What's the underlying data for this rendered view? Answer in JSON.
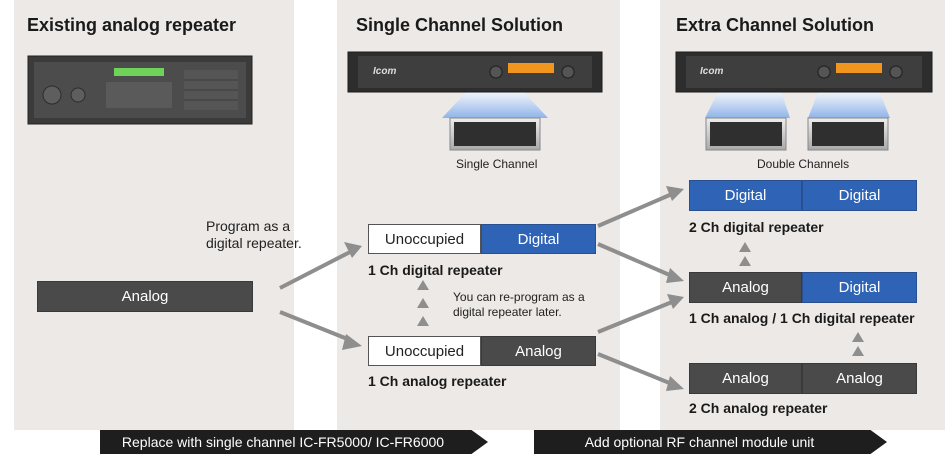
{
  "columns": {
    "existing": {
      "title": "Existing analog repeater"
    },
    "single": {
      "title": "Single Channel Solution",
      "caption": "Single Channel"
    },
    "extra": {
      "title": "Extra Channel Solution",
      "caption": "Double Channels"
    }
  },
  "existing_box": {
    "label": "Analog"
  },
  "program_note": {
    "line1": "Program as a",
    "line2": "digital repeater."
  },
  "single_digital": {
    "left": "Unoccupied",
    "right": "Digital",
    "label": "1 Ch digital repeater"
  },
  "single_analog": {
    "left": "Unoccupied",
    "right": "Analog",
    "label": "1 Ch analog repeater"
  },
  "reprogram_note": {
    "line1": "You can re-program as a",
    "line2": "digital repeater later."
  },
  "extra_dd": {
    "left": "Digital",
    "right": "Digital",
    "label": "2 Ch digital repeater"
  },
  "extra_ad": {
    "left": "Analog",
    "right": "Digital",
    "label": "1 Ch analog / 1 Ch digital repeater"
  },
  "extra_aa": {
    "left": "Analog",
    "right": "Analog",
    "label": "2 Ch analog repeater"
  },
  "bottom_arrows": {
    "replace": "Replace with single channel IC-FR5000/ IC-FR6000",
    "add": "Add optional RF channel module unit"
  },
  "logo": {
    "brand": "Icom"
  },
  "colors": {
    "digital_blue": "#2f63b5",
    "analog_dark": "#4a4a4a",
    "panel_bg": "#ece9e7",
    "arrow_gray": "#8e8e8e"
  }
}
